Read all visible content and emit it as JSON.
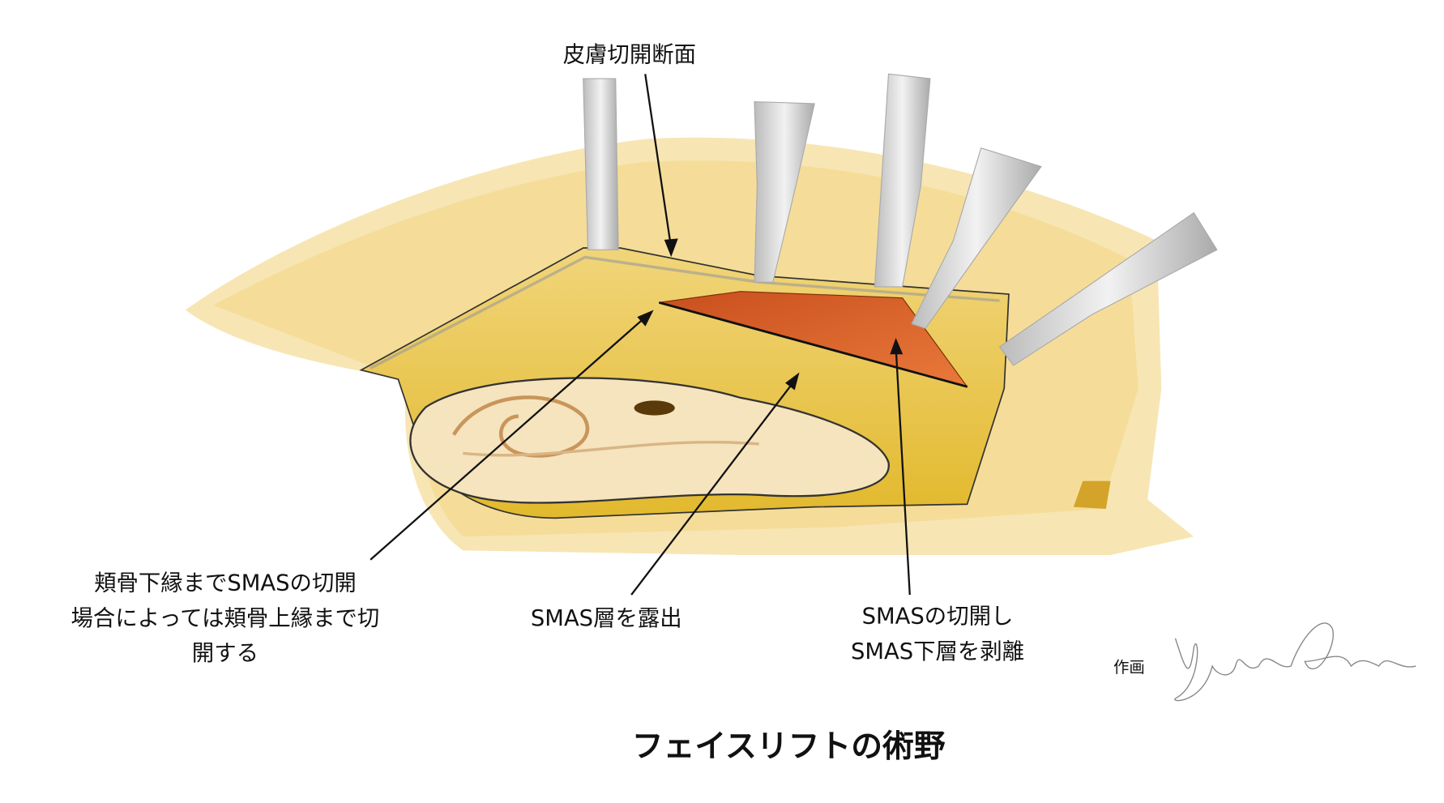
{
  "labels": {
    "skin_incision": "皮膚切開断面",
    "zygoma_line1": "頬骨下縁までSMASの切開",
    "zygoma_line2": "場合によっては頬骨上縁まで切",
    "zygoma_line3": "開する",
    "smas_exposed": "SMAS層を露出",
    "smas_cut_line1": "SMASの切開し",
    "smas_cut_line2": "SMAS下層を剥離"
  },
  "credit": {
    "label": "作画",
    "signature": "Yutaka Otani"
  },
  "title": "フェイスリフトの術野",
  "colors": {
    "skin": "#f6e2a6",
    "fat": "#e7c23e",
    "smas": "#d8642a",
    "retractor": "#d6d6d6"
  }
}
